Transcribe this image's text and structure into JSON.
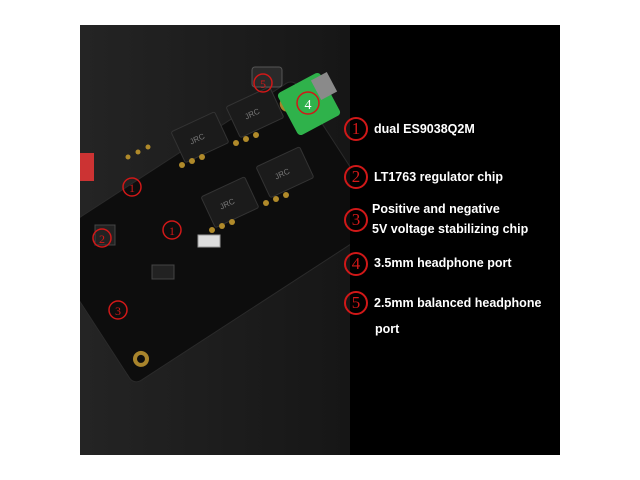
{
  "image": {
    "background": "#ffffff",
    "panel_color": "#000000",
    "board_color": "#111111",
    "accent_red": "#d01818",
    "jack_green": "#2fb24b",
    "chip_label_text": "JRC"
  },
  "callouts": [
    {
      "number": "1",
      "lines": [
        "dual ES9038Q2M"
      ]
    },
    {
      "number": "2",
      "lines": [
        "LT1763 regulator chip"
      ]
    },
    {
      "number": "3",
      "lines": [
        "Positive and negative",
        "5V voltage stabilizing chip"
      ]
    },
    {
      "number": "4",
      "lines": [
        "3.5mm headphone port"
      ]
    },
    {
      "number": "5",
      "lines": [
        "2.5mm balanced headphone",
        "port"
      ]
    }
  ],
  "board_markers": [
    {
      "number": "1"
    },
    {
      "number": "1"
    },
    {
      "number": "2"
    },
    {
      "number": "3"
    },
    {
      "number": "4"
    },
    {
      "number": "5"
    }
  ]
}
